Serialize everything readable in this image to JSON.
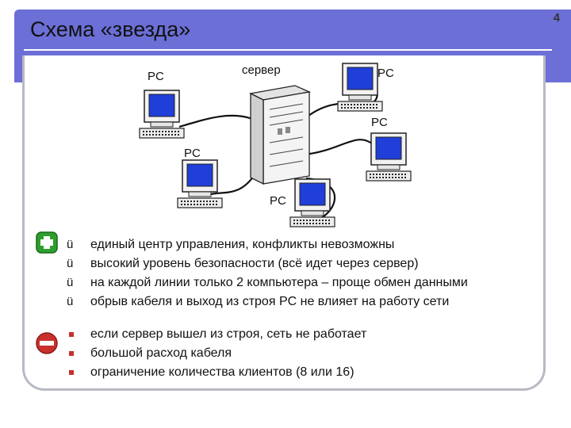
{
  "slide": {
    "title": "Схема «звезда»",
    "page_number": "4"
  },
  "diagram": {
    "server_label": "сервер",
    "pc_labels": [
      "PC",
      "PC",
      "PC",
      "PC",
      "PC"
    ]
  },
  "advantages": {
    "icon": "plus-icon",
    "bullet": "ü",
    "items": [
      "единый центр управления, конфликты невозможны",
      "высокий уровень безопасности (всё идет через сервер)",
      "на каждой линии только 2 компьютера – проще обмен данными",
      "обрыв кабеля и выход из строя PC не влияет на работу сети"
    ]
  },
  "disadvantages": {
    "icon": "minus-icon",
    "items": [
      "если сервер вышел из строя, сеть не работает",
      "большой расход кабеля",
      "ограничение количества клиентов (8 или 16)"
    ]
  },
  "colors": {
    "header": "#6b6fd6",
    "screen": "#1f3fd8",
    "plus": "#2e9e2e",
    "minus": "#c9302c"
  }
}
